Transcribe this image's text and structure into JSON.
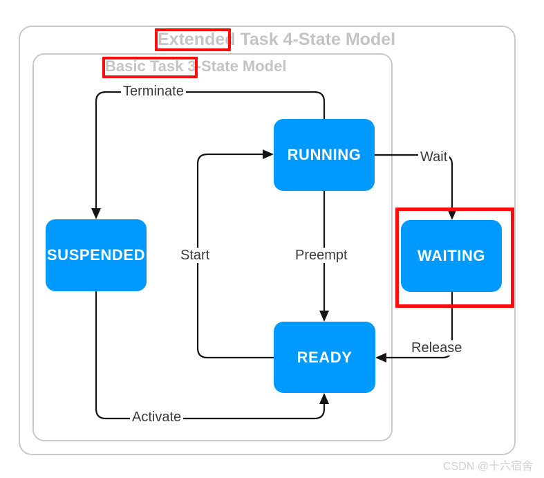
{
  "diagram": {
    "type": "state-machine",
    "outer_frame_title": "Extended Task 4-State Model",
    "inner_frame_title": "Basic Task 3-State Model",
    "highlight_color": "#fb0d0d",
    "state_fill_color": "#0099ff",
    "state_text_color": "#ffffff",
    "frame_border_color": "#c9c9c9",
    "title_text_color": "#c4c4c4",
    "edge_color": "#141414",
    "states": [
      {
        "id": "suspended",
        "label": "SUSPENDED"
      },
      {
        "id": "running",
        "label": "RUNNING"
      },
      {
        "id": "ready",
        "label": "READY"
      },
      {
        "id": "waiting",
        "label": "WAITING"
      }
    ],
    "transitions": [
      {
        "id": "terminate",
        "label": "Terminate",
        "from": "running",
        "to": "suspended"
      },
      {
        "id": "activate",
        "label": "Activate",
        "from": "suspended",
        "to": "ready"
      },
      {
        "id": "start",
        "label": "Start",
        "from": "ready",
        "to": "running"
      },
      {
        "id": "preempt",
        "label": "Preempt",
        "from": "running",
        "to": "ready"
      },
      {
        "id": "wait",
        "label": "Wait",
        "from": "running",
        "to": "waiting"
      },
      {
        "id": "release",
        "label": "Release",
        "from": "waiting",
        "to": "ready"
      }
    ],
    "highlighted_terms": [
      "Extended",
      "Basic Task",
      "WAITING"
    ]
  },
  "watermark": {
    "text": "CSDN @十六宿舍"
  }
}
